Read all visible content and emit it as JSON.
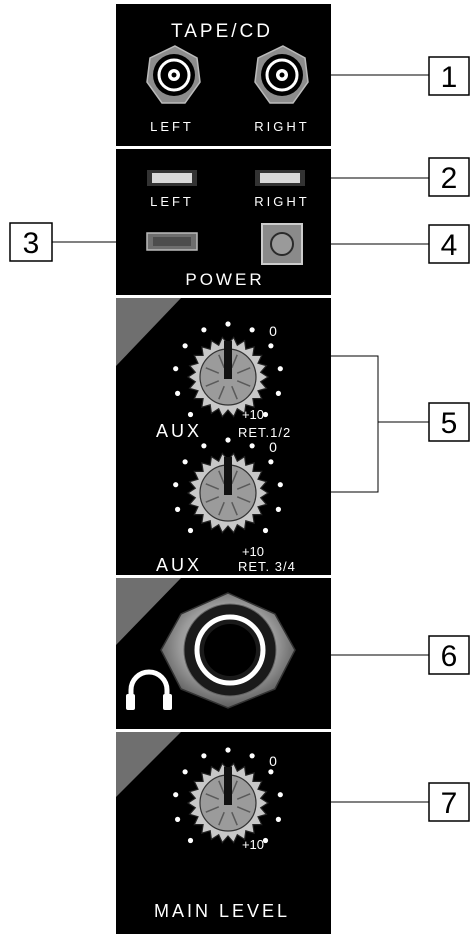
{
  "sections": {
    "tape_cd": {
      "title": "TAPE/CD",
      "left": "LEFT",
      "right": "RIGHT"
    },
    "indicators": {
      "left": "LEFT",
      "right": "RIGHT",
      "power": "POWER"
    },
    "aux": {
      "knob1": {
        "zero": "0",
        "max": "+10",
        "name": "AUX",
        "sub": "RET.1/2"
      },
      "knob2": {
        "zero": "0",
        "max": "+10",
        "name": "AUX",
        "sub": "RET. 3/4"
      }
    },
    "main": {
      "zero": "0",
      "max": "+10",
      "name": "MAIN LEVEL"
    }
  },
  "callouts": [
    "1",
    "2",
    "3",
    "4",
    "5",
    "6",
    "7"
  ]
}
